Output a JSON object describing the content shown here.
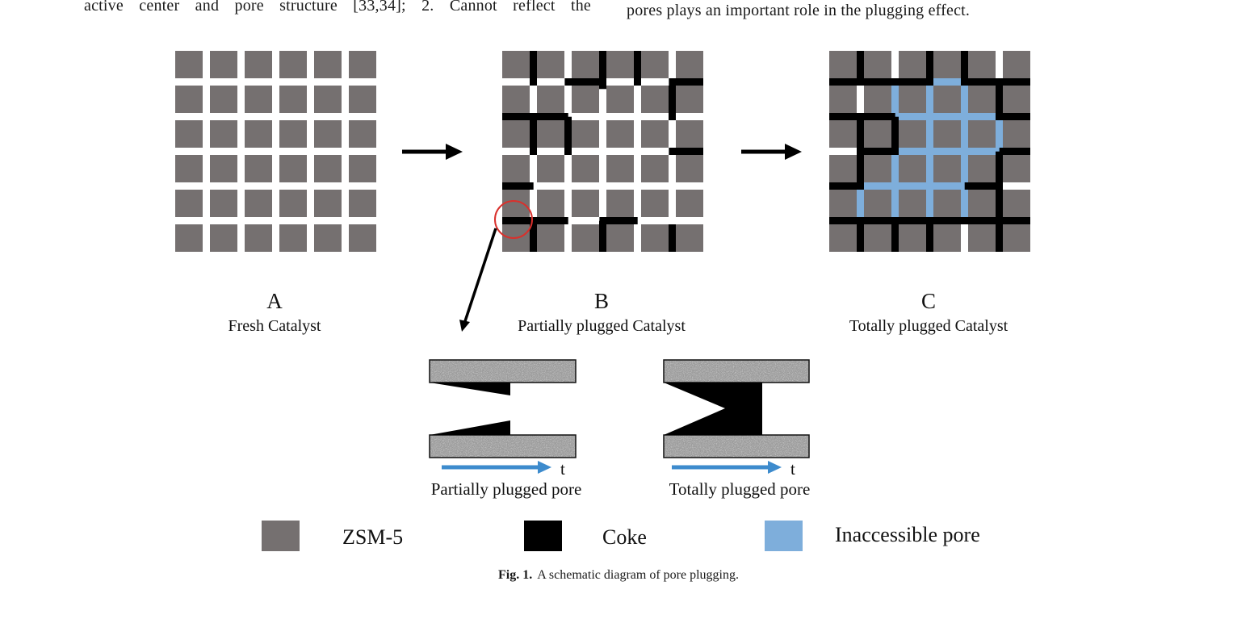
{
  "body_text": {
    "left_column_line": "active center and pore structure [33,34]; 2. Cannot reflect the",
    "right_column_line": "pores plays an important role in the plugging effect."
  },
  "colors": {
    "zsm5": "#757070",
    "coke": "#000000",
    "inaccessible_pore": "#7eaedb",
    "highlight_circle": "#d9302c",
    "time_arrow": "#3d8bcd",
    "arrow": "#000000"
  },
  "grid": {
    "rows": 6,
    "cols": 6
  },
  "panels": [
    {
      "id": "A",
      "letter": "A",
      "caption": "Fresh Catalyst",
      "coke_segments": [],
      "inaccessible_segments": []
    },
    {
      "id": "B",
      "letter": "B",
      "caption": "Partially plugged Catalyst",
      "coke_segments": [
        {
          "dir": "v",
          "after": 0,
          "from": 0,
          "to": 1
        },
        {
          "dir": "v",
          "after": 2,
          "from": 0,
          "to": 1.1
        },
        {
          "dir": "v",
          "after": 3,
          "from": 0,
          "to": 1
        },
        {
          "dir": "h",
          "after": 0,
          "from": 1.8,
          "to": 3
        },
        {
          "dir": "h",
          "after": 0,
          "from": 4.8,
          "to": 6
        },
        {
          "dir": "v",
          "after": 4,
          "from": 1,
          "to": 2
        },
        {
          "dir": "h",
          "after": 1,
          "from": 0,
          "to": 1.9
        },
        {
          "dir": "v",
          "after": 0,
          "from": 2,
          "to": 3
        },
        {
          "dir": "v",
          "after": 1,
          "from": 1.9,
          "to": 3
        },
        {
          "dir": "h",
          "after": 2,
          "from": 4.8,
          "to": 6
        },
        {
          "dir": "h",
          "after": 3,
          "from": 0,
          "to": 0.9
        },
        {
          "dir": "h",
          "after": 4,
          "from": 0,
          "to": 1.9
        },
        {
          "dir": "v",
          "after": 0,
          "from": 5,
          "to": 6
        },
        {
          "dir": "h",
          "after": 4,
          "from": 2.8,
          "to": 3.9
        },
        {
          "dir": "v",
          "after": 2,
          "from": 4.9,
          "to": 6
        },
        {
          "dir": "v",
          "after": 4,
          "from": 5,
          "to": 6
        }
      ],
      "highlight": {
        "row": 4,
        "col": 0,
        "note": "zoomed into pore diagrams"
      },
      "inaccessible_segments": []
    },
    {
      "id": "C",
      "letter": "C",
      "caption": "Totally plugged Catalyst",
      "coke_segments": [
        {
          "dir": "v",
          "after": 0,
          "from": 0,
          "to": 1
        },
        {
          "dir": "v",
          "after": 2,
          "from": 0,
          "to": 1
        },
        {
          "dir": "v",
          "after": 3,
          "from": 0,
          "to": 1
        },
        {
          "dir": "h",
          "after": 0,
          "from": 0,
          "to": 2.9
        },
        {
          "dir": "h",
          "after": 0,
          "from": 4,
          "to": 6
        },
        {
          "dir": "v",
          "after": 4,
          "from": 1,
          "to": 2
        },
        {
          "dir": "h",
          "after": 1,
          "from": 0,
          "to": 1.9
        },
        {
          "dir": "h",
          "after": 1,
          "from": 4.9,
          "to": 6
        },
        {
          "dir": "v",
          "after": 0,
          "from": 2,
          "to": 4
        },
        {
          "dir": "v",
          "after": 1,
          "from": 1.9,
          "to": 3
        },
        {
          "dir": "h",
          "after": 2,
          "from": 0.9,
          "to": 1.9
        },
        {
          "dir": "h",
          "after": 2,
          "from": 4.9,
          "to": 6
        },
        {
          "dir": "v",
          "after": 4,
          "from": 2.9,
          "to": 6
        },
        {
          "dir": "h",
          "after": 3,
          "from": 0,
          "to": 0.9
        },
        {
          "dir": "h",
          "after": 3,
          "from": 3.9,
          "to": 4.9
        },
        {
          "dir": "h",
          "after": 4,
          "from": 0,
          "to": 6
        },
        {
          "dir": "v",
          "after": 0,
          "from": 5,
          "to": 6
        },
        {
          "dir": "v",
          "after": 1,
          "from": 5,
          "to": 6
        },
        {
          "dir": "v",
          "after": 2,
          "from": 5,
          "to": 6
        }
      ],
      "inaccessible_segments": [
        {
          "dir": "h",
          "after": 0,
          "from": 2.9,
          "to": 4
        },
        {
          "dir": "v",
          "after": 1,
          "from": 0.9,
          "to": 2
        },
        {
          "dir": "v",
          "after": 2,
          "from": 0.9,
          "to": 4.9
        },
        {
          "dir": "v",
          "after": 3,
          "from": 0.9,
          "to": 4.9
        },
        {
          "dir": "h",
          "after": 1,
          "from": 1.9,
          "to": 4.9
        },
        {
          "dir": "v",
          "after": 4,
          "from": 1.9,
          "to": 2.9
        },
        {
          "dir": "h",
          "after": 2,
          "from": 1.9,
          "to": 4.9
        },
        {
          "dir": "v",
          "after": 1,
          "from": 2.9,
          "to": 4.9
        },
        {
          "dir": "h",
          "after": 3,
          "from": 0.9,
          "to": 3.9
        },
        {
          "dir": "v",
          "after": 0,
          "from": 3.9,
          "to": 4.9
        },
        {
          "dir": "h",
          "after": 4,
          "from": 1.9,
          "to": 2.9
        }
      ]
    }
  ],
  "pore_diagrams": [
    {
      "id": "partial",
      "caption": "Partially plugged pore",
      "time_label": "t",
      "plug_fraction": 0.55,
      "closed": false
    },
    {
      "id": "total",
      "caption": "Totally plugged pore",
      "time_label": "t",
      "plug_fraction": 1.0,
      "closed": true
    }
  ],
  "legend": [
    {
      "key": "zsm5",
      "label": "ZSM-5"
    },
    {
      "key": "coke",
      "label": "Coke"
    },
    {
      "key": "inaccessible_pore",
      "label": "Inaccessible pore"
    }
  ],
  "caption": {
    "label": "Fig. 1.",
    "text": "A schematic diagram of pore plugging."
  }
}
